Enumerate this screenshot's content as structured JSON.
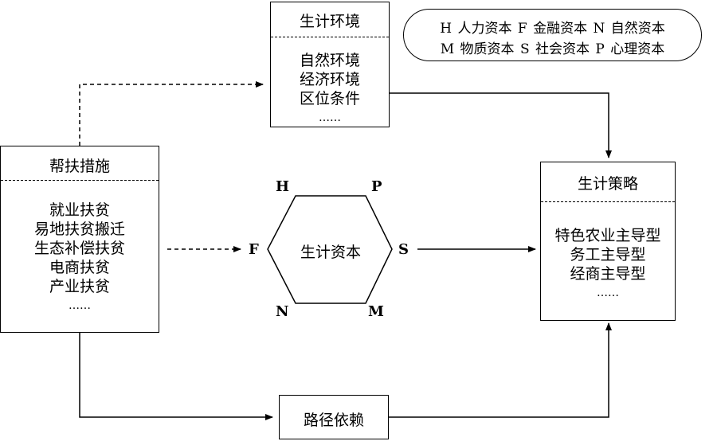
{
  "livelihood_environment": {
    "title": "生计环境",
    "items": [
      "自然环境",
      "经济环境",
      "区位条件",
      "……"
    ]
  },
  "legend": {
    "row1": "H 人力资本  F 金融资本  N 自然资本",
    "row2": "M 物质资本  S 社会资本  P 心理资本"
  },
  "support_measures": {
    "title": "帮扶措施",
    "items": [
      "就业扶贫",
      "易地扶贫搬迁",
      "生态补偿扶贫",
      "电商扶贫",
      "产业扶贫",
      "……"
    ]
  },
  "livelihood_capital": {
    "title": "生计资本",
    "vertices": {
      "H": "H",
      "P": "P",
      "F": "F",
      "S": "S",
      "N": "N",
      "M": "M"
    }
  },
  "livelihood_strategy": {
    "title": "生计策略",
    "items": [
      "特色农业主导型",
      "务工主导型",
      "经商主导型",
      "……"
    ]
  },
  "path_dependence": {
    "title": "路径依赖"
  }
}
